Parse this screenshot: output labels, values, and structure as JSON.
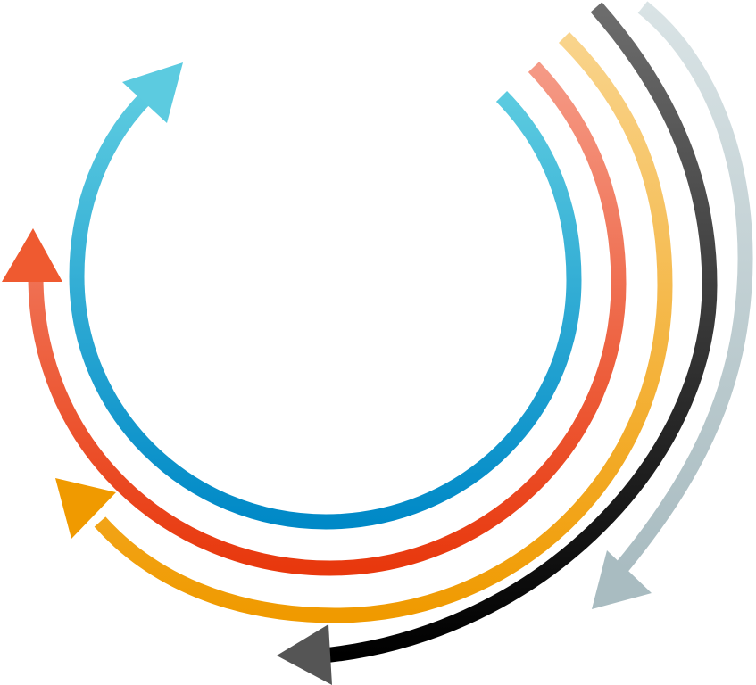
{
  "diagram": {
    "style": "concentric circular arrows",
    "background": "#ffffff",
    "arrows": [
      {
        "id": "blue",
        "color_start": "#5ccbe0",
        "color_end": "#0089c7"
      },
      {
        "id": "red",
        "color_start": "#f59a86",
        "color_end": "#e8380d"
      },
      {
        "id": "orange",
        "color_start": "#f9d48c",
        "color_end": "#f09a00"
      },
      {
        "id": "black",
        "color_start": "#6d6d6d",
        "color_end": "#000000"
      },
      {
        "id": "grey",
        "color_start": "#d9e3e5",
        "color_end": "#a9bcc1"
      }
    ]
  }
}
